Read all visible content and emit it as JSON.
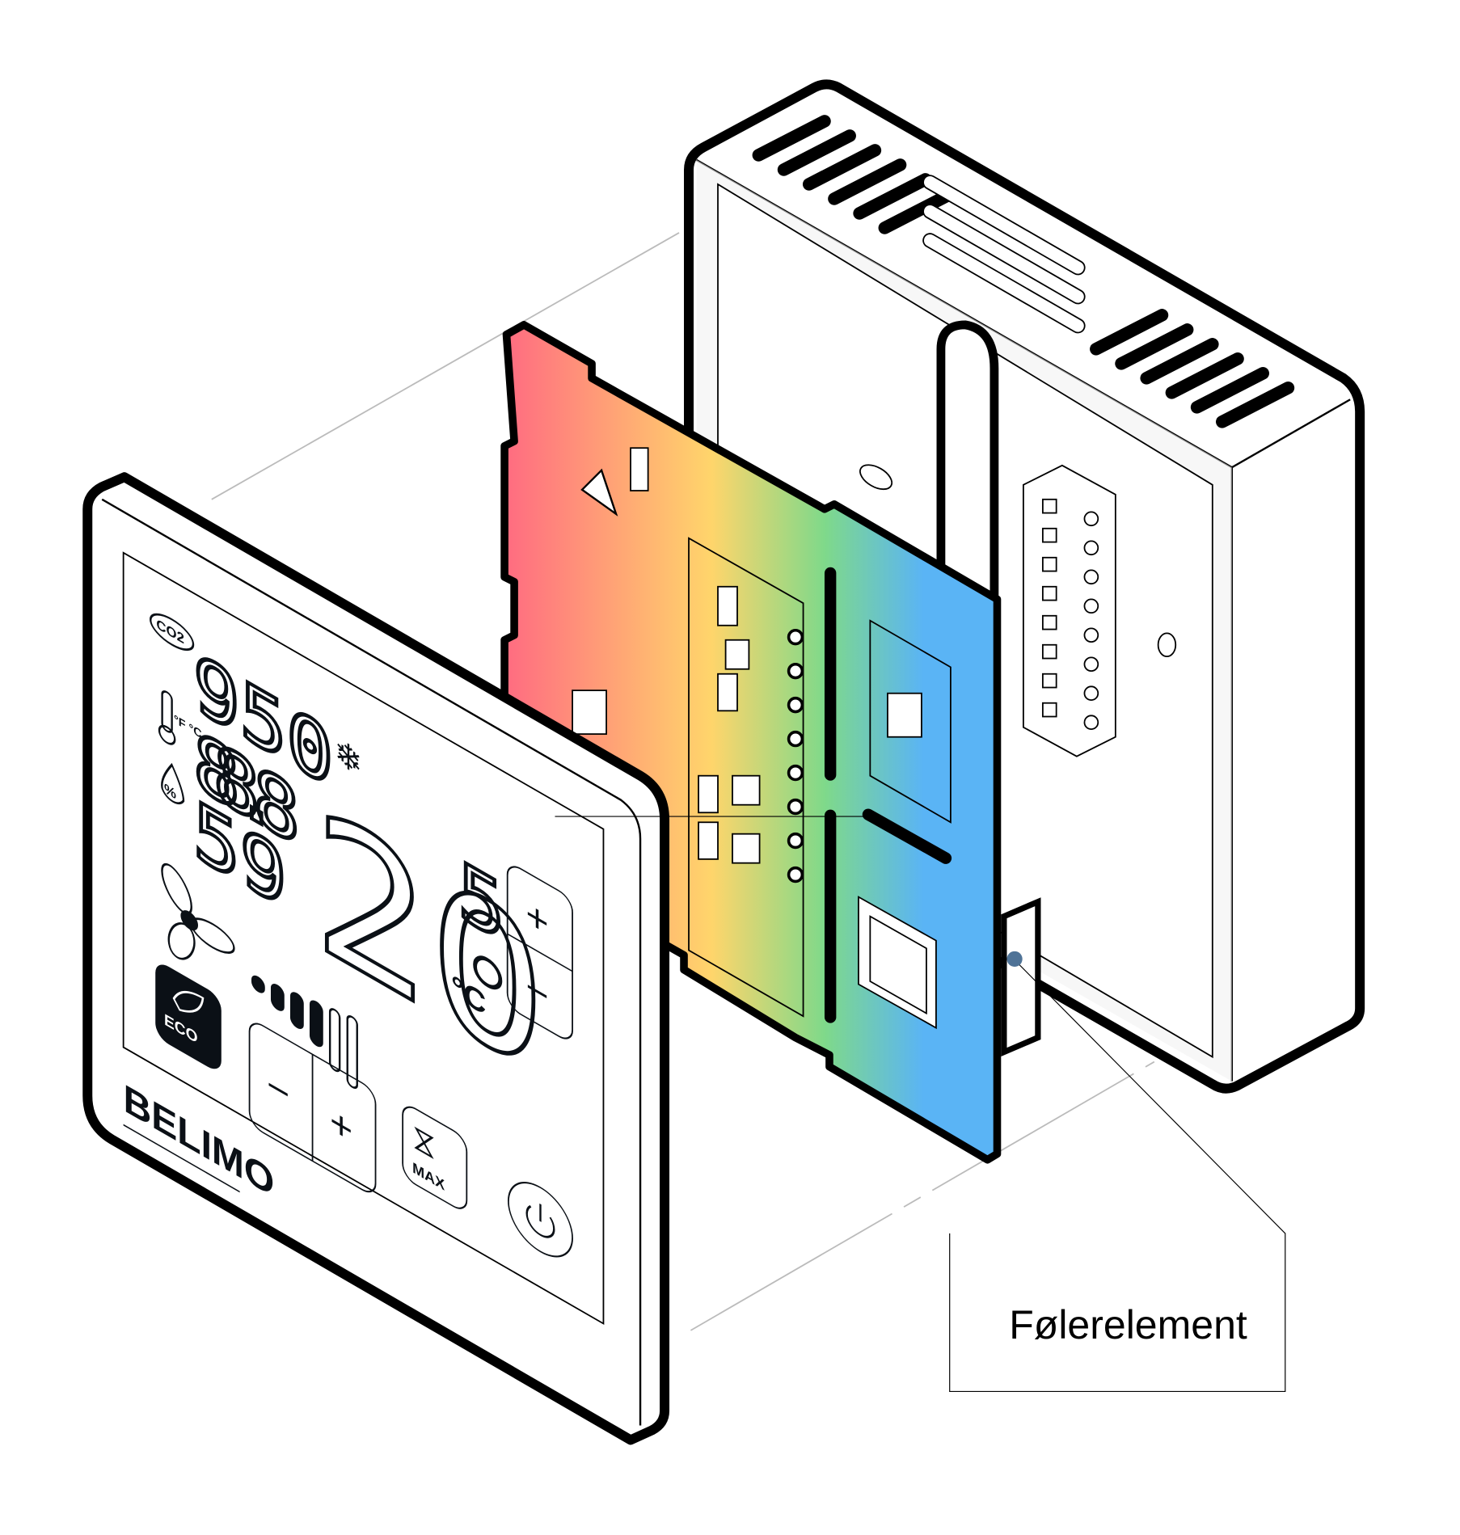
{
  "callout": {
    "label": "Følerelement",
    "dot_color": "#4f7397"
  },
  "display": {
    "co2_icon": "CO2",
    "co2_value": "950",
    "temp_units": "°F °C",
    "temp_value": "88.8",
    "humidity_icon": "%",
    "humidity_value": "59",
    "setpoint_value": "20",
    "setpoint_decimal": "5",
    "setpoint_unit": "°C",
    "eco_label": "ECO",
    "max_label": "MAX",
    "plus": "+",
    "minus": "−",
    "snowflake": "❄",
    "fan_level": 4,
    "fan_levels_total": 6
  },
  "brand": {
    "logo": "BELIMO"
  },
  "colors": {
    "pcb_gradient": [
      "#ff6b81",
      "#ffd56b",
      "#7fd98a",
      "#5ab4f5"
    ],
    "outline": "#000000",
    "housing_shade": "#f2f2f2"
  }
}
